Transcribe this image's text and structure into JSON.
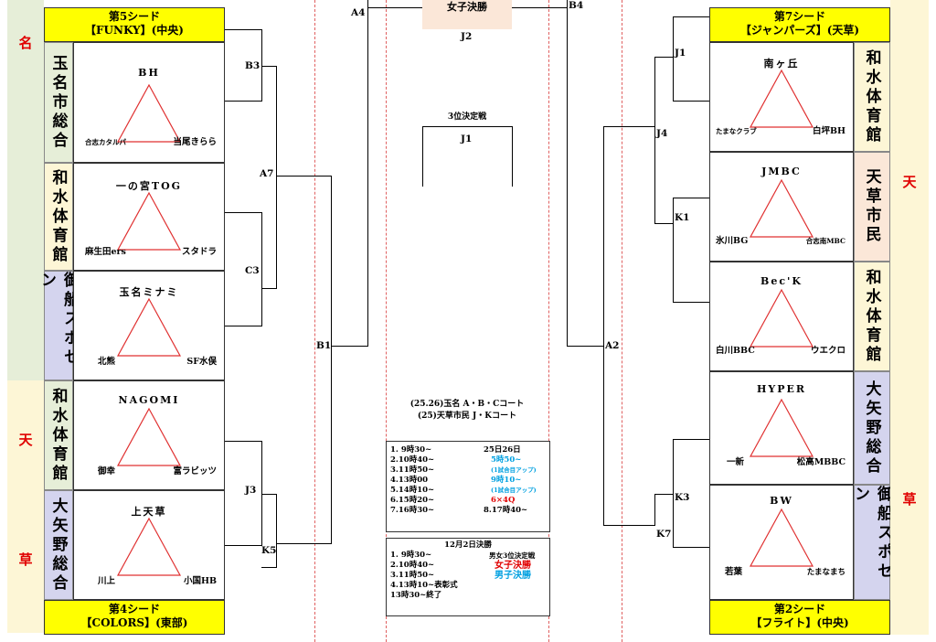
{
  "regions": {
    "left_top": {
      "chars": [
        "名"
      ]
    },
    "left_bottom": {
      "chars": [
        "天",
        "草"
      ]
    },
    "right": {
      "chars": [
        "天",
        "草"
      ]
    }
  },
  "left_venues": [
    "玉名市総合",
    "和水体育館",
    "御船スポセン",
    "和水体育館",
    "大矢野総合"
  ],
  "right_venues": [
    "和水体育館",
    "天草市民",
    "和水体育館",
    "大矢野総合",
    "御船スポセン"
  ],
  "left_pools": [
    {
      "name": "BH",
      "bottom_left": "合志カタルパ",
      "bottom_right": "当尾きらら"
    },
    {
      "name": "一の宮TOG",
      "bottom_left": "麻生田ers",
      "bottom_right": "スタドラ"
    },
    {
      "name": "玉名ミナミ",
      "bottom_left": "北熊",
      "bottom_right": "SF水俣"
    },
    {
      "name": "NAGOMI",
      "bottom_left": "御幸",
      "bottom_right": "富ラビッツ"
    },
    {
      "name": "上天草",
      "bottom_left": "川上",
      "bottom_right": "小国HB"
    }
  ],
  "right_pools": [
    {
      "name": "南ヶ丘",
      "bottom_left": "たまなクラブ",
      "bottom_right": "白坪BH"
    },
    {
      "name": "JMBC",
      "bottom_left": "氷川BG",
      "bottom_right": "合志南MBC"
    },
    {
      "name": "Bec'K",
      "bottom_left": "白川BBC",
      "bottom_right": "ウエクロ"
    },
    {
      "name": "HYPER",
      "bottom_left": "一新",
      "bottom_right": "松高MBBC"
    },
    {
      "name": "BW",
      "bottom_left": "若葉",
      "bottom_right": "たまなまち"
    }
  ],
  "seeds": {
    "left_top": {
      "line1": "第5シード",
      "line2": "【FUNKY】(中央)"
    },
    "left_bottom": {
      "line1": "第4シード",
      "line2": "【COLORS】(東部)"
    },
    "right_top": {
      "line1": "第7シード",
      "line2": "【ジャンパーズ】(天草)"
    },
    "right_bottom": {
      "line1": "第2シード",
      "line2": "【フライト】(中央)"
    }
  },
  "bracket_labels": {
    "B3": "B3",
    "A7": "A7",
    "C3": "C3",
    "B1": "B1",
    "J3": "J3",
    "K5": "K5",
    "A4": "A4",
    "B4": "B4",
    "J1": "J1",
    "J4": "J4",
    "K1": "K1",
    "A2": "A2",
    "K3": "K3",
    "K7": "K7",
    "J2": "J2"
  },
  "center": {
    "final_label": "女子決勝",
    "third_place_title": "3位決定戦",
    "third_place_game": "J1",
    "court_line1": "(25.26)玉名 A・B・Cコート",
    "court_line2": "(25)天草市民 J・Kコート"
  },
  "schedule1": {
    "date": "25日26日",
    "rows": [
      {
        "l": "1. 9時30~",
        "r": ""
      },
      {
        "l": "2.10時40~",
        "r": "5時50~"
      },
      {
        "l": "3.11時50~",
        "r": "(1試合目アップ)"
      },
      {
        "l": "4.13時00",
        "r": "9時10~"
      },
      {
        "l": "5.14時10~",
        "r": "(1試合目アップ)"
      },
      {
        "l": "6.15時20~",
        "r": "6×4Q"
      },
      {
        "l": "7.16時30~",
        "r": "8.17時40~"
      }
    ]
  },
  "schedule2": {
    "title": "12月2日決勝",
    "rows": [
      {
        "l": "1. 9時30~",
        "r": "男女3位決定戦"
      },
      {
        "l": "2.10時40~",
        "r": "女子決勝"
      },
      {
        "l": "3.11時50~",
        "r": "男子決勝"
      },
      {
        "l": "4.13時10~表彰式",
        "r": ""
      },
      {
        "l": "13時30~終了",
        "r": ""
      }
    ]
  },
  "colors": {
    "triangle": "#e03030",
    "seed_bg": "#ffff00",
    "accent_red": "#e00000",
    "accent_blue": "#00a0e0"
  }
}
